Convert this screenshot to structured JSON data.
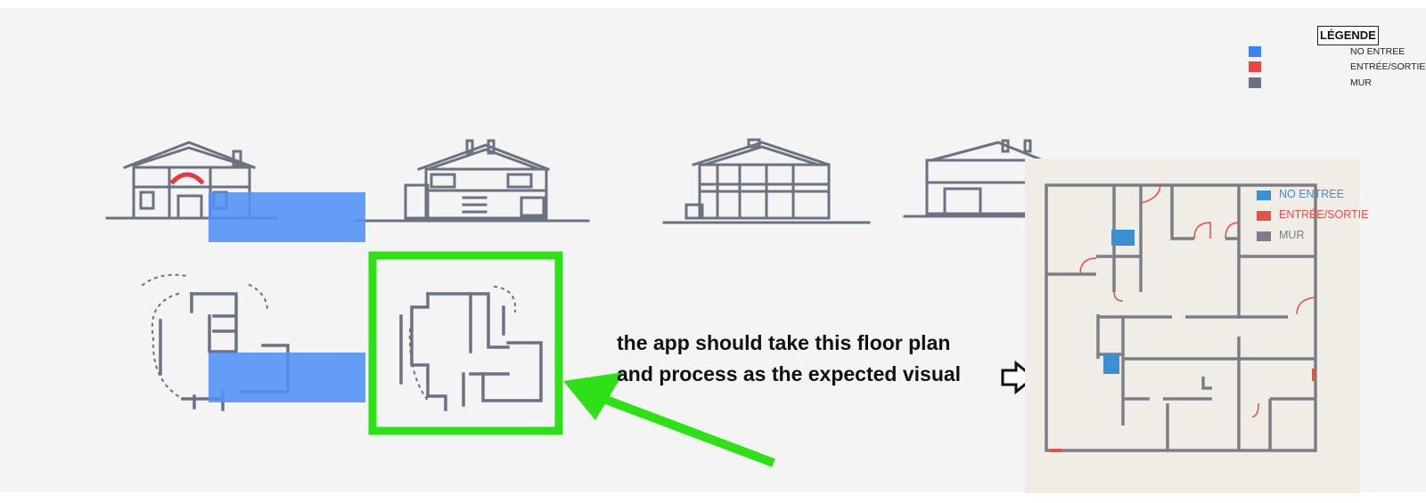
{
  "legend": {
    "title": "LÉGENDE",
    "items": [
      {
        "label": "NO ENTREE",
        "color": "#3b82f6"
      },
      {
        "label": "ENTRÉE/SORTIE",
        "color": "#ef4444"
      },
      {
        "label": "MUR",
        "color": "#6b7280"
      }
    ]
  },
  "note": {
    "line1": "the app should take this floor plan",
    "line2": "and process as the expected visual"
  },
  "inset_legend": [
    {
      "label": "NO ENTREE",
      "color": "#3d8fd1"
    },
    {
      "label": "ENTRÉE/SORTIE",
      "color": "#e0524a"
    },
    {
      "label": "MUR",
      "color": "#7b7f85"
    }
  ],
  "colors": {
    "highlight_box": "#2ee016",
    "arrow": "#2ee016",
    "overlay": "#5091f5",
    "wall": "#6b7280"
  },
  "icons": [
    "house-drawing",
    "floor-plan",
    "hollow-arrow-icon",
    "green-arrow"
  ]
}
